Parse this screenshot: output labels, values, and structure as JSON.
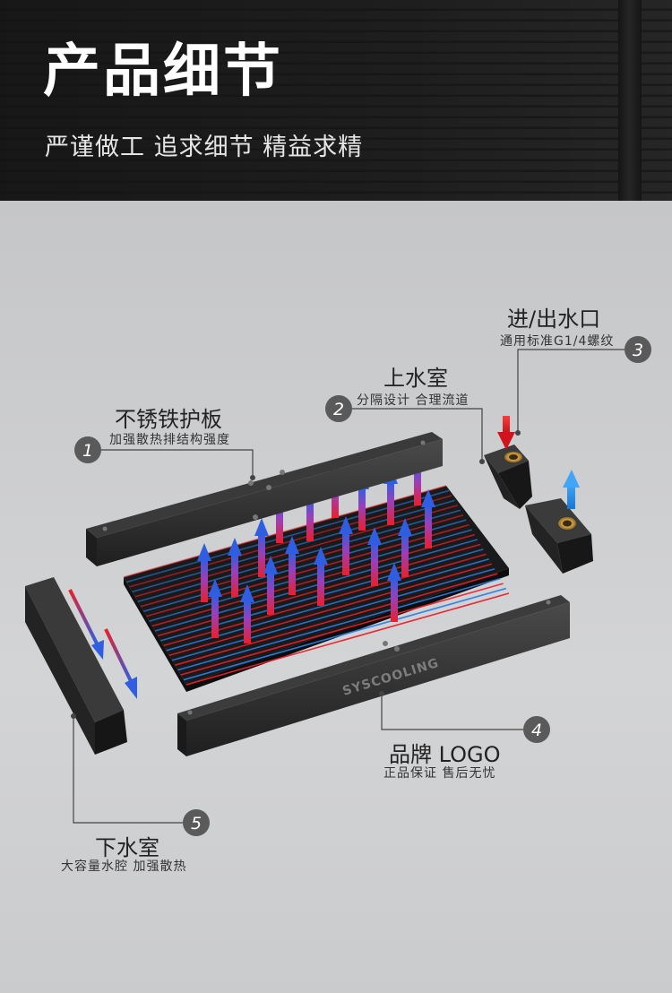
{
  "header": {
    "title": "产品细节",
    "subtitle": "严谨做工 追求细节 精益求精"
  },
  "callouts": [
    {
      "num": "1",
      "title": "不锈铁护板",
      "subtitle": "加强散热排结构强度"
    },
    {
      "num": "2",
      "title": "上水室",
      "subtitle": "分隔设计 合理流道"
    },
    {
      "num": "3",
      "title": "进/出水口",
      "subtitle": "通用标准G1/4螺纹"
    },
    {
      "num": "4",
      "title": "品牌 LOGO",
      "subtitle": "正品保证 售后无忧"
    },
    {
      "num": "5",
      "title": "下水室",
      "subtitle": "大容量水腔 加强散热"
    }
  ],
  "brand": "SYSCOOLING",
  "colors": {
    "hot": "#e8202c",
    "cold": "#1e88e5",
    "metal": "#2b2b2b",
    "badge": "#5a5a5a"
  }
}
